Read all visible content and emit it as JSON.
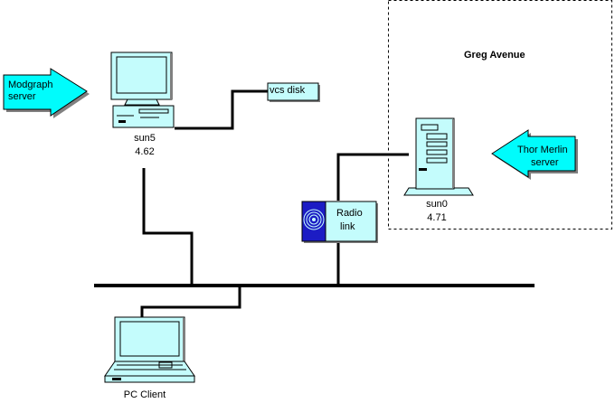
{
  "zone": {
    "title": "Greg Avenue"
  },
  "arrows": {
    "modgraph": {
      "line1": "Modgraph",
      "line2": "server"
    },
    "thor": {
      "line1": "Thor Merlin",
      "line2": "server"
    }
  },
  "nodes": {
    "sun5": {
      "name": "sun5",
      "version": "4.62"
    },
    "vcs_disk": {
      "label": "vcs disk"
    },
    "sun0": {
      "name": "sun0",
      "version": "4.71"
    },
    "radio": {
      "line1": "Radio",
      "line2": "link"
    },
    "pc": {
      "label": "PC Client"
    }
  },
  "colors": {
    "node_fill": "#c4fcfc",
    "arrow_fill": "#00fcfc",
    "radio_blue": "#1c1cc4",
    "line": "#000000"
  }
}
